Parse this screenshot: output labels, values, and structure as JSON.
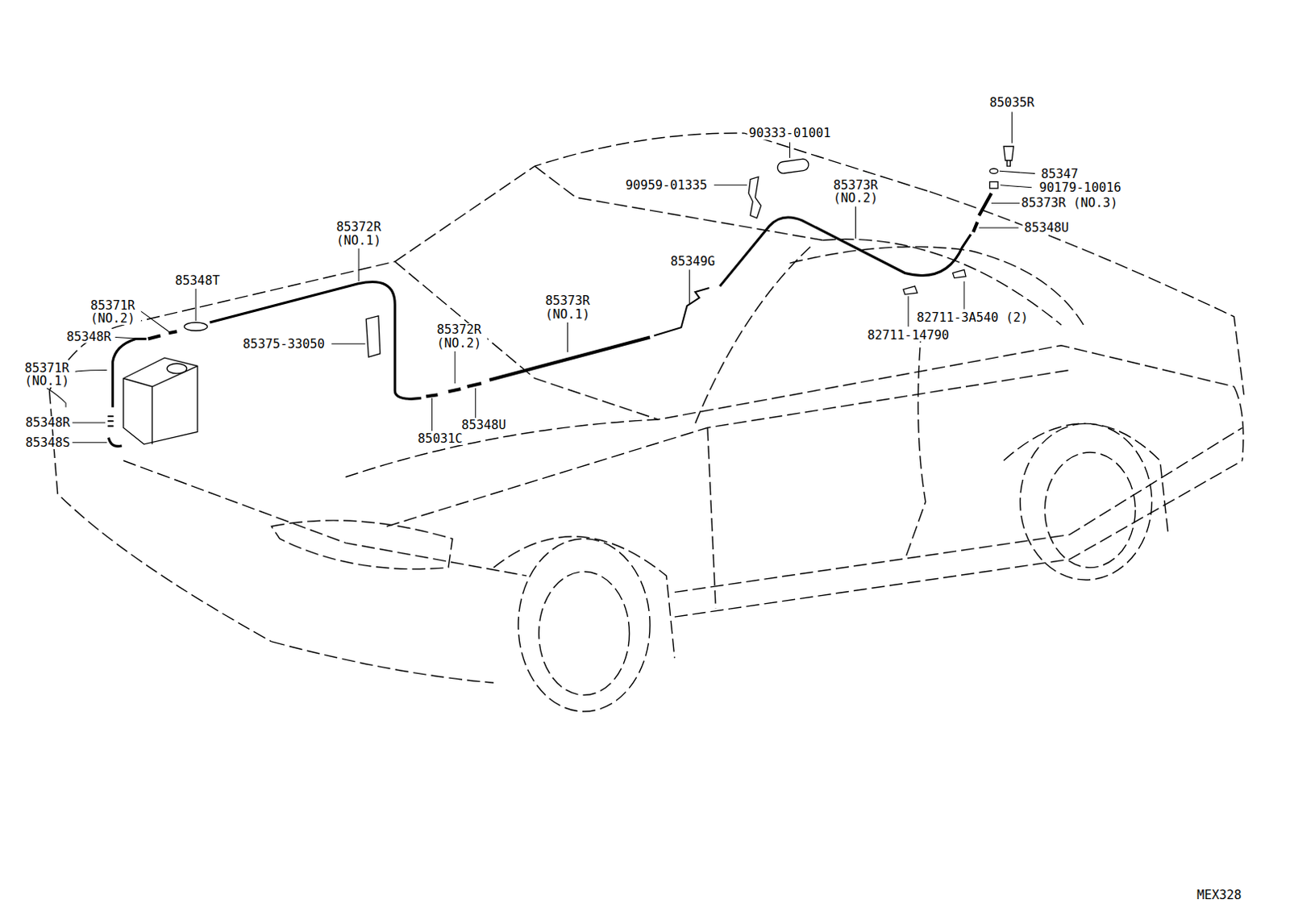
{
  "diagram": {
    "labels": [
      "85035R",
      "90333-01001",
      "85347",
      "90959-01335",
      "85373R (NO.2)",
      "90179-10016",
      "85373R (NO.3)",
      "85348U",
      "85372R (NO.1)",
      "85349G",
      "85348T",
      "85373R (NO.1)",
      "85371R (NO.2)",
      "85348R",
      "85375-33050",
      "85372R (NO.2)",
      "82711-3A540 (2)",
      "82711-14790",
      "85371R (NO.1)",
      "85348R",
      "85348S",
      "85031C",
      "85348U",
      "MEX328"
    ]
  }
}
